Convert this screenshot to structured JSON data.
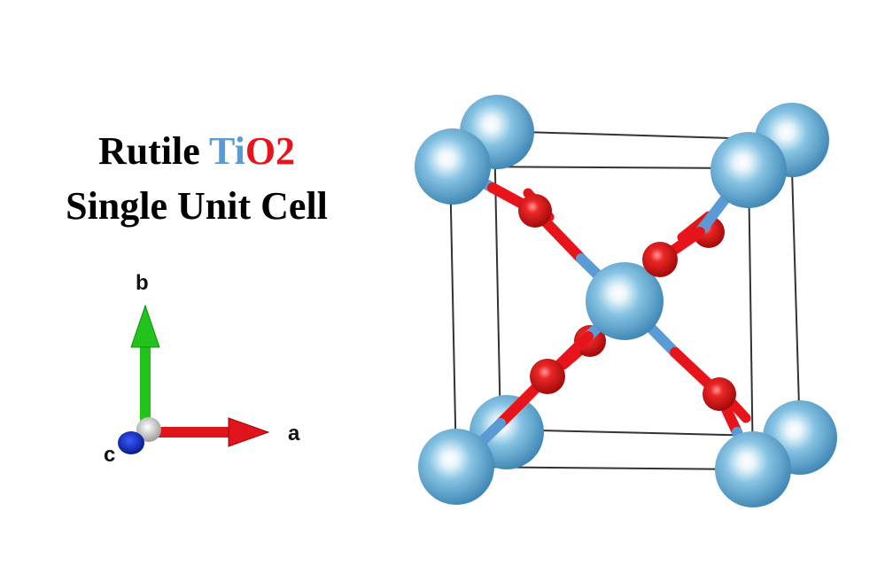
{
  "title": {
    "line1_prefix": "Rutile ",
    "line1_ti": "Ti",
    "line1_o2": "O2",
    "line2": "Single Unit Cell"
  },
  "axes": {
    "a": "a",
    "b": "b",
    "c": "c"
  },
  "colors": {
    "titanium": "#5b9bd5",
    "oxygen": "#e8141b",
    "axis_a": "#e0151b",
    "axis_b": "#22c41c",
    "axis_c": "#0a2bc9"
  }
}
